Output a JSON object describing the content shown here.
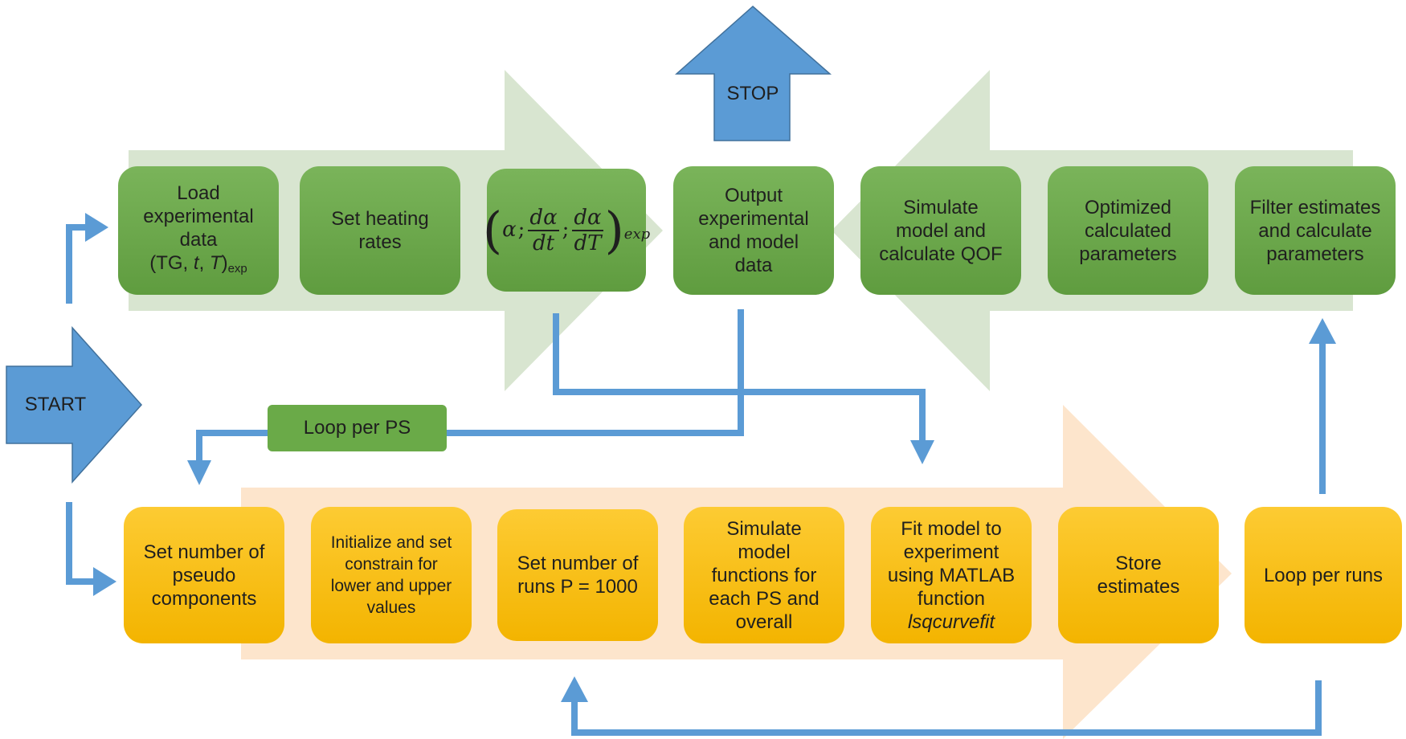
{
  "start_label": "START",
  "stop_label": "STOP",
  "loop_ps_label": "Loop per PS",
  "top_row": [
    {
      "id": "load",
      "label": "Load\nexperimental\ndata",
      "sub_prefix": "(TG, ",
      "sub_t": "t",
      "sub_sep": ", ",
      "sub_T": "T",
      "sub_close": ")",
      "sub_subscript": "exp"
    },
    {
      "id": "heating",
      "label": "Set heating\nrates"
    },
    {
      "id": "formula",
      "alpha": "α",
      "semi": ";",
      "num1": "dα",
      "den1": "dt",
      "num2": "dα",
      "den2": "dT",
      "subscript": "exp"
    },
    {
      "id": "output",
      "label": "Output\nexperimental\nand model\ndata"
    },
    {
      "id": "simulate",
      "label": "Simulate\nmodel and\ncalculate QOF"
    },
    {
      "id": "optimized",
      "label": "Optimized\ncalculated\nparameters"
    },
    {
      "id": "filter",
      "label": "Filter estimates\nand calculate\nparameters"
    }
  ],
  "bottom_row": [
    {
      "id": "pseudo",
      "label": "Set number of\npseudo\ncomponents"
    },
    {
      "id": "init",
      "label": "Initialize and set\nconstrain for\nlower and upper\nvalues"
    },
    {
      "id": "runs",
      "label": "Set number of\nruns P = 1000"
    },
    {
      "id": "simfunc",
      "label": "Simulate\nmodel\nfunctions for\neach PS and\noverall"
    },
    {
      "id": "fit",
      "label": "Fit model to\nexperiment\nusing MATLAB\nfunction",
      "italic_line": "lsqcurvefit"
    },
    {
      "id": "store",
      "label": "Store\nestimates"
    },
    {
      "id": "loopruns",
      "label": "Loop per runs"
    }
  ],
  "colors": {
    "green_box": "#6aaa48",
    "yellow_box": "#f8bd14",
    "blue_arrow": "#5b9bd5",
    "green_band": "#d8e5d0",
    "orange_band": "#fde5cc"
  }
}
